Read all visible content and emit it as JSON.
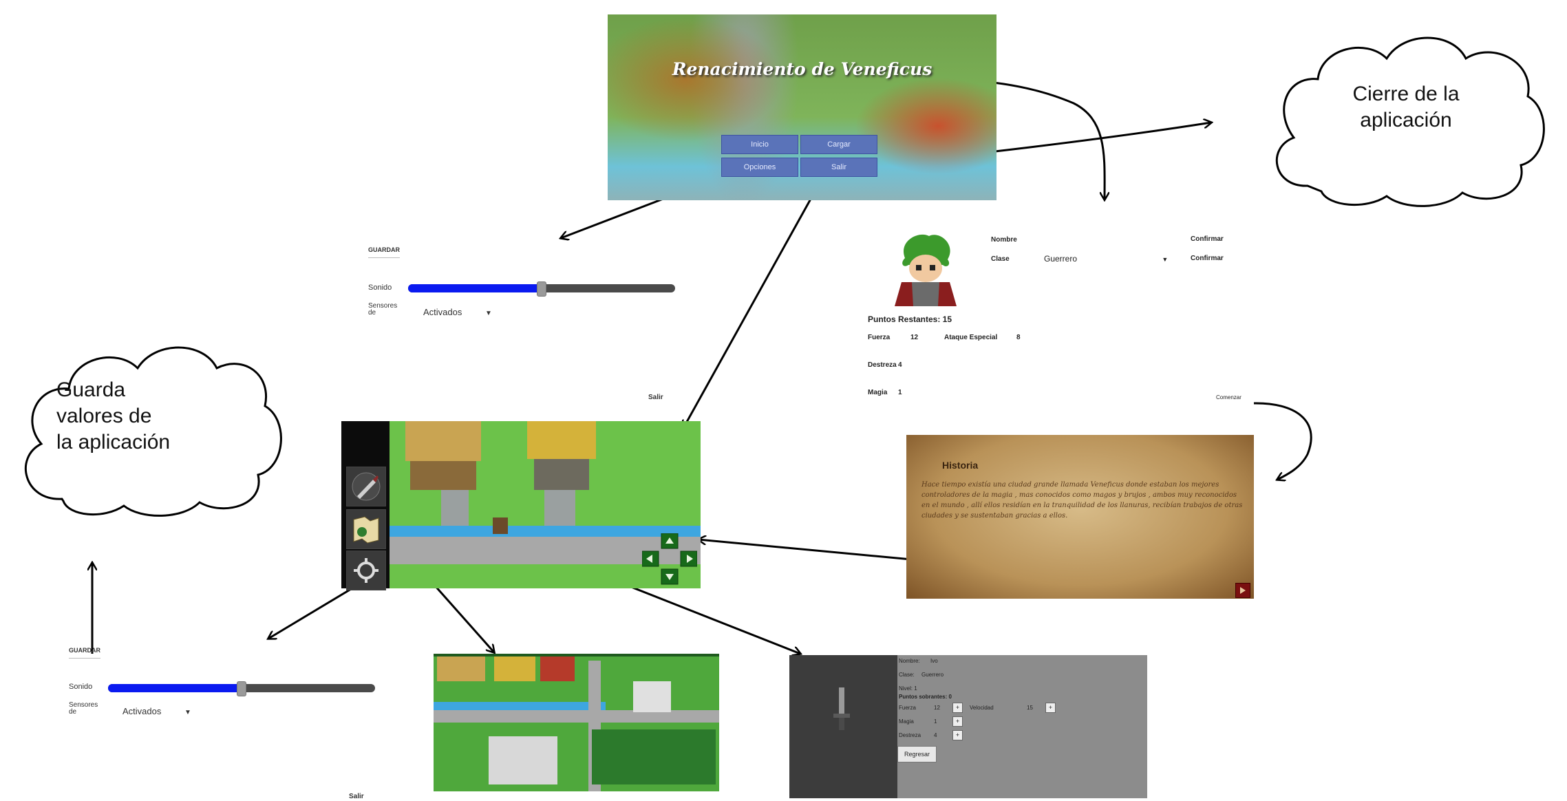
{
  "title_screen": {
    "game_title": "Renacimiento de Veneficus",
    "buttons": [
      "Inicio",
      "Cargar",
      "Opciones",
      "Salir"
    ]
  },
  "clouds": {
    "close_app": [
      "Cierre de la",
      "aplicación"
    ],
    "save_values": [
      "Guarda",
      "valores de",
      "la aplicación"
    ]
  },
  "settings_top": {
    "header": "GUARDAR",
    "sound_label": "Sonido",
    "sound_level": 0.5,
    "sensors_label": "Sensores de",
    "sensors_value": "Activados",
    "exit_label": "Salir"
  },
  "settings_bottom": {
    "header": "GUARDAR",
    "sound_label": "Sonido",
    "sound_level": 0.5,
    "sensors_label": "Sensores de",
    "sensors_value": "Activados",
    "exit_label": "Salir"
  },
  "character_creation": {
    "name_label": "Nombre",
    "class_label": "Clase",
    "class_value": "Guerrero",
    "confirm_1": "Confirmar",
    "confirm_2": "Confirmar",
    "points_label": "Puntos Restantes: 15",
    "stats": [
      {
        "label": "Fuerza",
        "value": "12"
      },
      {
        "label": "Ataque Especial",
        "value": "8"
      },
      {
        "label": "Destreza",
        "value": "4"
      },
      {
        "label": "Magia",
        "value": "1"
      }
    ],
    "begin_label": "Comenzar"
  },
  "story": {
    "title": "Historia",
    "text": "Hace tiempo existía una ciudad grande llamada Veneficus donde estaban los mejores controladores de la magia , mas conocidos como magos y brujos , ambos muy reconocidos en el mundo , allí ellos residían en la tranquilidad de los llanuras, recibían trabajos de otras ciudades y se sustentaban gracias a ellos."
  },
  "inventory": {
    "name_label": "Nombre:",
    "name_value": "Ivo",
    "class_label": "Clase:",
    "class_value": "Guerrero",
    "level_label": "Nivel: 1",
    "points_label": "Puntos sobrantes: 0",
    "stats": [
      {
        "label": "Fuerza",
        "value": "12"
      },
      {
        "label": "Velocidad",
        "value": "15"
      },
      {
        "label": "Magia",
        "value": "1"
      },
      {
        "label": "Destreza",
        "value": "4"
      }
    ],
    "back_label": "Regresar"
  },
  "icons": {
    "sword": "sword-icon",
    "map": "map-icon",
    "gear": "gear-icon",
    "dpad": "dpad-icon"
  }
}
